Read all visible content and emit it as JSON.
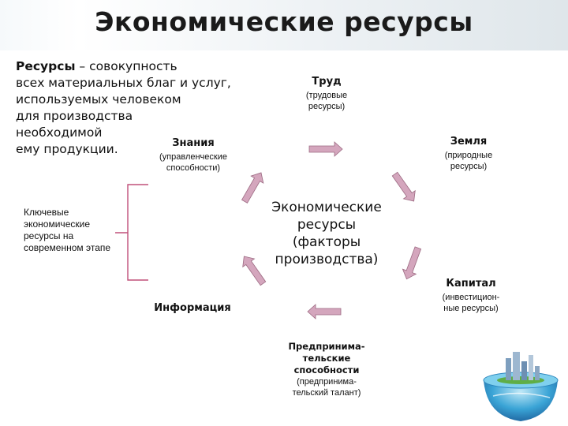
{
  "header": {
    "title": "Экономические ресурсы"
  },
  "definition": {
    "term": "Ресурсы",
    "lines": [
      " – совокупность",
      "всех материальных благ и услуг,",
      "используемых человеком",
      "для производства",
      "необходимой",
      "ему продукции."
    ]
  },
  "diagram": {
    "center": [
      "Экономические",
      "ресурсы",
      "(факторы",
      "производства)"
    ],
    "nodes": {
      "labor": {
        "title": "Труд",
        "sub": [
          "(трудовые",
          "ресурсы)"
        ]
      },
      "land": {
        "title": "Земля",
        "sub": [
          "(природные",
          "ресурсы)"
        ]
      },
      "knowledge": {
        "title": "Знания",
        "sub": [
          "(управленческие",
          "способности)"
        ]
      },
      "capital": {
        "title": "Капитал",
        "sub": [
          "(инвестицион-",
          "ные ресурсы)"
        ]
      },
      "information": {
        "title": "Информация"
      },
      "entrepreneurship": {
        "title": [
          "Предпринима-",
          "тельские",
          "способности"
        ],
        "sub": [
          "(предпринима-",
          "тельский талант)"
        ]
      }
    },
    "key_label": [
      "Ключевые",
      "экономические",
      "ресурсы на",
      "современном этапе"
    ]
  },
  "colors": {
    "arrow": "#d4a6bd",
    "arrow_stroke": "#9c6a82",
    "bracket": "#c0507a"
  }
}
